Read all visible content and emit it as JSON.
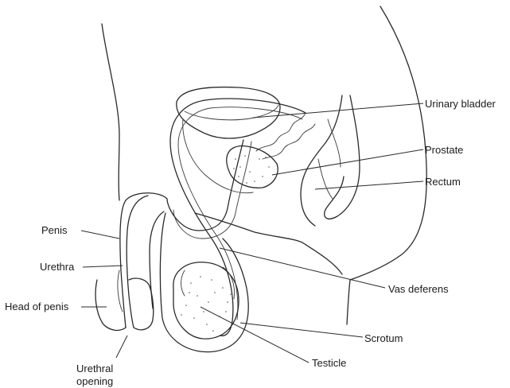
{
  "labels": {
    "urinary_bladder": "Urinary bladder",
    "prostate": "Prostate",
    "rectum": "Rectum",
    "penis": "Penis",
    "urethra": "Urethra",
    "head_of_penis": "Head of penis",
    "vas_deferens": "Vas deferens",
    "scrotum": "Scrotum",
    "testicle": "Testicle",
    "urethral_opening_line1": "Urethral",
    "urethral_opening_line2": "opening"
  },
  "colors": {
    "ink": "#2a2a2a",
    "paper": "#ffffff"
  }
}
